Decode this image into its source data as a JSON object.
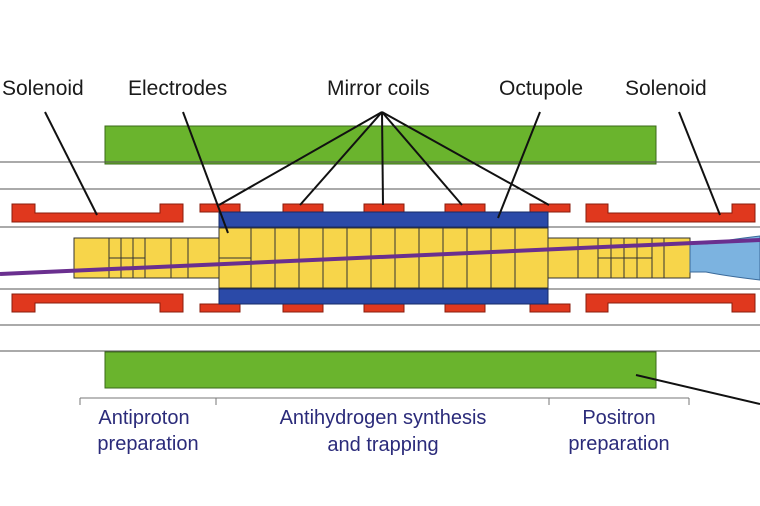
{
  "labels": {
    "solenoid_left": "Solenoid",
    "electrodes": "Electrodes",
    "mirror_coils": "Mirror coils",
    "octupole": "Octupole",
    "solenoid_right": "Solenoid"
  },
  "sections": {
    "antiproton": [
      "Antiproton",
      "preparation"
    ],
    "synthesis": [
      "Antihydrogen synthesis",
      "and trapping"
    ],
    "positron": [
      "Positron",
      "preparation"
    ]
  },
  "colors": {
    "solenoid_magnet": "#6ab42d",
    "coil": "#e0381e",
    "octupole": "#2b4aa8",
    "electrode": "#f7d54a",
    "beam": "#6a2f8f",
    "positron_plasma": "#7cb3e0",
    "label_section": "#2b2b7a"
  }
}
